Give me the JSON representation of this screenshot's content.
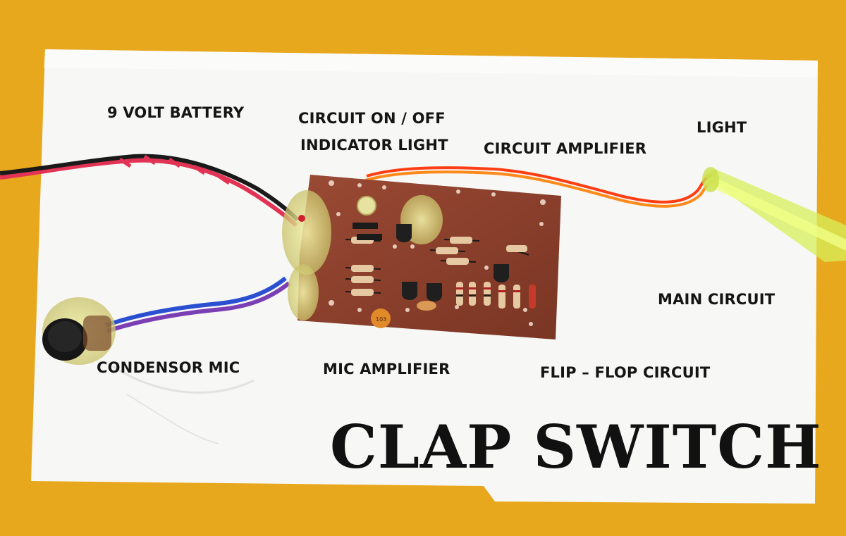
{
  "photo": {
    "background_color": "#e8a81e",
    "paper_color": "#f7f7f5",
    "board_color": "#8b3f2c",
    "labels": {
      "battery": "9 VOLT BATTERY",
      "indicator_line1": "CIRCUIT ON / OFF",
      "indicator_line2": "INDICATOR LIGHT",
      "circuit_amplifier": "CIRCUIT AMPLIFIER",
      "light": "LIGHT",
      "main_circuit": "MAIN CIRCUIT",
      "condensor_mic": "CONDENSOR  MIC",
      "mic_amplifier": "MIC AMPLIFIER",
      "flip_flop": "FLIP – FLOP CIRCUIT",
      "title": "CLAP SWITCH"
    },
    "capacitor_marking": "103"
  }
}
